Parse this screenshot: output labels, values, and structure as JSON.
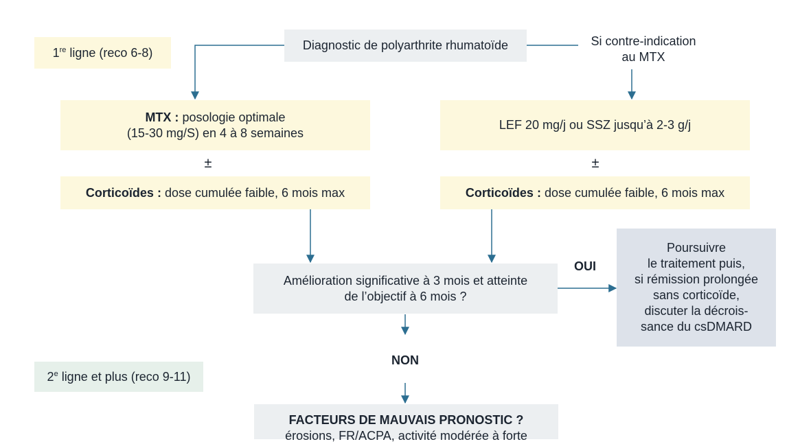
{
  "diagnosis": "Diagnostic de polyarthrite rhumatoïde",
  "line1": {
    "prefix": "1",
    "sup": "re",
    "rest": " ligne (reco 6-8)"
  },
  "line2": {
    "prefix": "2",
    "sup": "e",
    "rest": " ligne et plus (reco 9-11)"
  },
  "contra": {
    "line1": "Si contre-indication",
    "line2": "au MTX"
  },
  "mtx": {
    "bold": "MTX :",
    "text": " posologie optimale",
    "line2": "(15-30 mg/S) en 4 à 8 semaines"
  },
  "lef": "LEF 20 mg/j ou SSZ jusqu’à 2-3 g/j",
  "plus_minus": "±",
  "cortico": {
    "bold": "Corticoïdes :",
    "text": " dose cumulée faible, 6 mois max"
  },
  "improvement": {
    "line1": "Amélioration significative à 3 mois et atteinte",
    "line2": "de l’objectif à 6 mois ?"
  },
  "oui": "OUI",
  "non": "NON",
  "continue": [
    "Poursuivre",
    "le traitement puis,",
    "si rémission prolongée",
    "sans corticoïde,",
    "discuter la décrois-",
    "sance du csDMARD"
  ],
  "prognostic": {
    "title": "FACTEURS DE MAUVAIS PRONOSTIC ?",
    "line2": "érosions, FR/ACPA, activité modérée à forte"
  },
  "colors": {
    "arrow": "#2c6e91",
    "yellow": "#fdf8dd",
    "grey": "#eceff1",
    "blue": "#dde2ea",
    "mint": "#e6f0ea"
  }
}
